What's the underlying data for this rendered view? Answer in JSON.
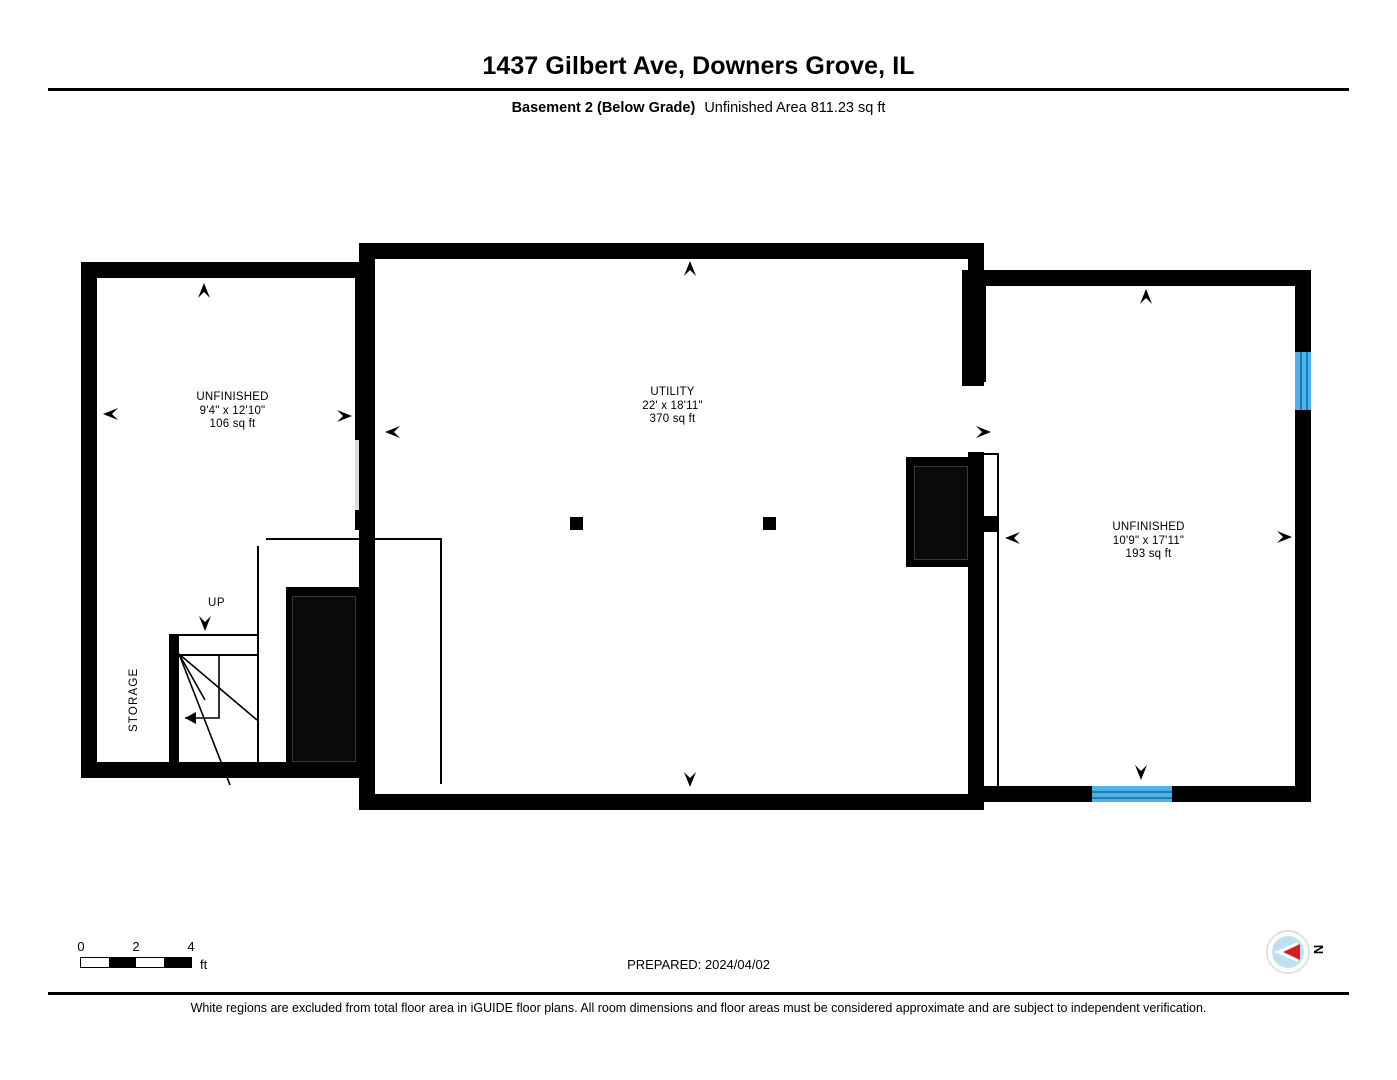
{
  "header": {
    "title": "1437 Gilbert Ave, Downers Grove, IL",
    "level_label": "Basement 2 (Below Grade)",
    "area_label": "Unfinished Area 811.23 sq ft"
  },
  "rooms": [
    {
      "name": "UNFINISHED",
      "dimensions": "9'4\" x 12'10\"",
      "area": "106 sq ft"
    },
    {
      "name": "UTILITY",
      "dimensions": "22' x 18'11\"",
      "area": "370 sq ft"
    },
    {
      "name": "UNFINISHED",
      "dimensions": "10'9\" x 17'11\"",
      "area": "193 sq ft"
    }
  ],
  "annotations": {
    "storage": "STORAGE",
    "stairs_direction": "UP"
  },
  "scale": {
    "ticks": [
      "0",
      "2",
      "4"
    ],
    "unit": "ft"
  },
  "footer": {
    "prepared": "PREPARED: 2024/04/02",
    "compass_label": "N",
    "disclaimer": "White regions are excluded from total floor area in iGUIDE floor plans. All room dimensions and floor areas must be considered approximate and are subject to independent verification."
  },
  "colors": {
    "wall": "#000000",
    "window": "#4eb3e8",
    "door_grey": "#dcdcdc",
    "compass_circle": "#bfe0f2",
    "compass_arrow": "#d42020",
    "background": "#ffffff"
  }
}
